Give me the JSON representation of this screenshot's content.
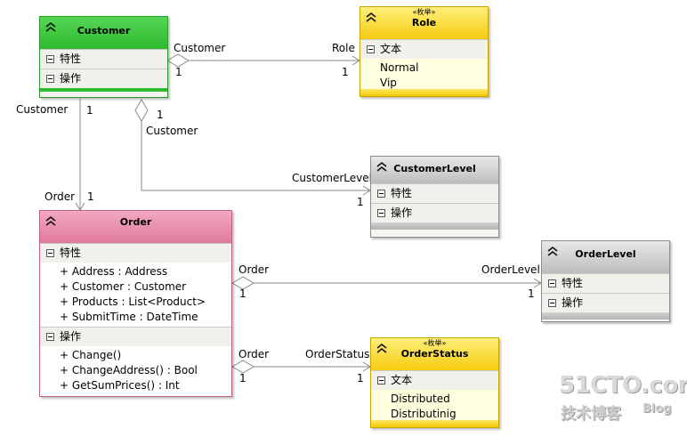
{
  "classes": {
    "customer": {
      "name": "Customer",
      "sections": [
        "特性",
        "操作"
      ]
    },
    "role": {
      "stereotype": "«枚举»",
      "name": "Role",
      "section": "文本",
      "values": [
        "Normal",
        "Vip"
      ]
    },
    "customer_level": {
      "name": "CustomerLevel",
      "sections": [
        "特性",
        "操作"
      ]
    },
    "order": {
      "name": "Order",
      "attributes_label": "特性",
      "attributes": [
        "+ Address : Address",
        "+ Customer : Customer",
        "+ Products : List<Product>",
        "+ SubmitTime : DateTime"
      ],
      "operations_label": "操作",
      "operations": [
        "+ Change()",
        "+ ChangeAddress() : Bool",
        "+ GetSumPrices() : Int"
      ]
    },
    "order_level": {
      "name": "OrderLevel",
      "sections": [
        "特性",
        "操作"
      ]
    },
    "order_status": {
      "stereotype": "«枚举»",
      "name": "OrderStatus",
      "section": "文本",
      "values": [
        "Distributed",
        "Distributinig"
      ]
    }
  },
  "associations": [
    {
      "from": "Customer",
      "from_mult": "1",
      "to": "Role",
      "to_mult": "1"
    },
    {
      "from": "Customer",
      "from_mult": "1",
      "to": "Order",
      "to_mult": "1"
    },
    {
      "from": "Customer",
      "from_mult": "1",
      "to": "CustomerLevel",
      "to_mult": "1"
    },
    {
      "from": "Order",
      "from_mult": "1",
      "to": "OrderLevel",
      "to_mult": "1"
    },
    {
      "from": "Order",
      "from_mult": "1",
      "to": "OrderStatus",
      "to_mult": "1"
    }
  ],
  "watermark": {
    "main": "51CTO.com",
    "sub": "技术博客",
    "blog": "Blog"
  }
}
